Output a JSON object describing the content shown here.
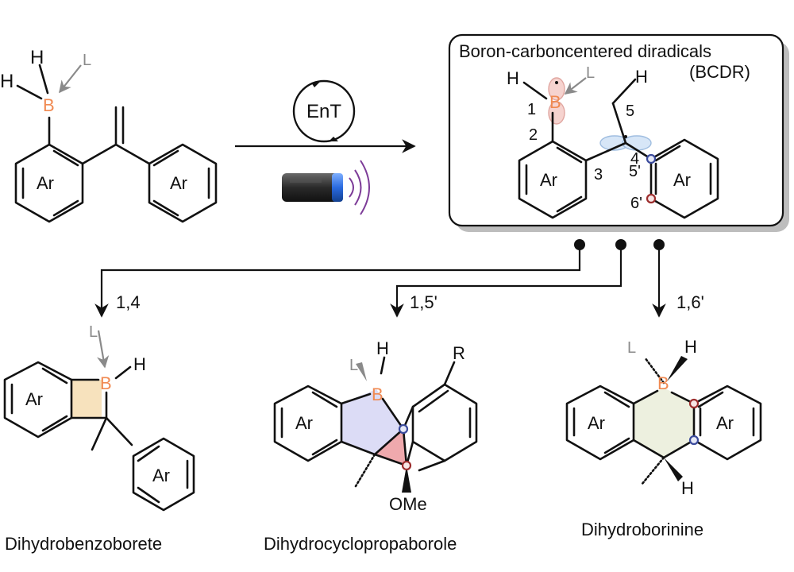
{
  "reactant": {
    "atoms": {
      "h_top": "H",
      "h_left": "H",
      "boron": "B",
      "ligand": "L",
      "ar_left": "Ar",
      "ar_right": "Ar"
    }
  },
  "conditions": {
    "catalyst_label": "EnT"
  },
  "diradical_box": {
    "title": "Boron-carboncentered diradicals",
    "subtitle": "(BCDR)",
    "atoms": {
      "h_b": "H",
      "boron": "B",
      "ligand": "L",
      "h_top": "H",
      "ar_left": "Ar",
      "ar_right": "Ar"
    },
    "position_labels": {
      "p1": "1",
      "p2": "2",
      "p3": "3",
      "p4": "4",
      "p5": "5",
      "p5p": "5'",
      "p6p": "6'"
    }
  },
  "pathways": [
    {
      "label": "1,4",
      "product": "Dihydrobenzoborete"
    },
    {
      "label": "1,5'",
      "product": "Dihydrocyclopropaborole"
    },
    {
      "label": "1,6'",
      "product": "Dihydroborinine"
    }
  ],
  "product_atoms": {
    "p1": {
      "ligand": "L",
      "boron": "B",
      "h": "H",
      "ar_left": "Ar",
      "ar_right": "Ar"
    },
    "p2": {
      "ligand": "L",
      "boron": "B",
      "h": "H",
      "r": "R",
      "ar": "Ar",
      "ome": "OMe"
    },
    "p3": {
      "ligand": "L",
      "boron": "B",
      "h_top": "H",
      "h_bottom": "H",
      "ar_left": "Ar",
      "ar_right": "Ar"
    }
  },
  "colors": {
    "boron": "#f08a52",
    "ring_four": "#f7e2bd",
    "ring_five": "#dcdcf6",
    "ring_three": "#efa9ad",
    "ring_six": "#edf0df",
    "marker_blue": "#3b4b9c",
    "marker_red": "#9c2d2d",
    "light_purple": "#7d3c98"
  }
}
